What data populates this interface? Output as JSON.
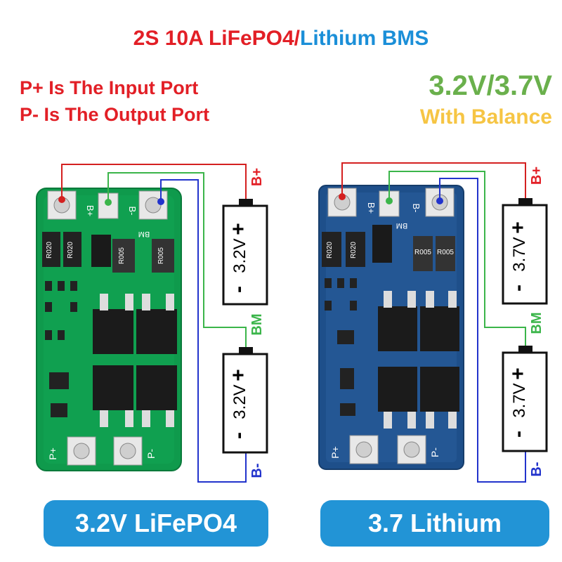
{
  "title": {
    "part1": "2S 10A LiFePO4/",
    "part2": "Lithium BMS"
  },
  "notes": {
    "line1": "P+ Is The Input Port",
    "line2": "P- Is The Output Port"
  },
  "voltage": {
    "label": "3.2V/3.7V",
    "balance": "With Balance"
  },
  "left_board": {
    "pill": "3.2V LiFePO4",
    "cell_voltage": "3.2V",
    "chips": [
      "R020",
      "R020",
      "R005",
      "R005"
    ]
  },
  "right_board": {
    "pill": "3.7 Lithium",
    "cell_voltage": "3.7V",
    "chips": [
      "R020",
      "R020",
      "R005",
      "R005"
    ]
  },
  "pads": {
    "b_plus": "B+",
    "b_minus": "B-",
    "p_plus": "P+",
    "p_minus": "P-",
    "bm": "BM"
  },
  "wires": {
    "b_plus": "B+",
    "bm": "BM",
    "b_minus": "B-"
  },
  "colors": {
    "red_wire": "#d42020",
    "green_wire": "#3bb54a",
    "blue_wire": "#2233cc",
    "green_pcb": "#0f9a4c",
    "blue_pcb": "#1e4f8a",
    "pill": "#2294d6"
  }
}
